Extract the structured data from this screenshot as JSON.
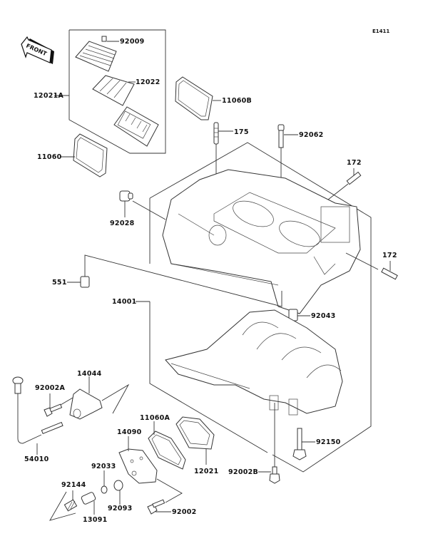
{
  "diagram": {
    "code": "E1411",
    "front_marker": "FRONT",
    "labels": {
      "p92009": "92009",
      "p12022": "12022",
      "p12021A": "12021A",
      "p11060B": "11060B",
      "p175": "175",
      "p92062": "92062",
      "p11060": "11060",
      "p172a": "172",
      "p92028": "92028",
      "p172b": "172",
      "p551": "551",
      "p14001": "14001",
      "p92043": "92043",
      "p14044": "14044",
      "p92002A": "92002A",
      "p11060A": "11060A",
      "p14090": "14090",
      "p54010": "54010",
      "p92033": "92033",
      "p12021": "12021",
      "p92150": "92150",
      "p92144": "92144",
      "p92093": "92093",
      "p92002B": "92002B",
      "p13091": "13091",
      "p92002": "92002"
    }
  }
}
